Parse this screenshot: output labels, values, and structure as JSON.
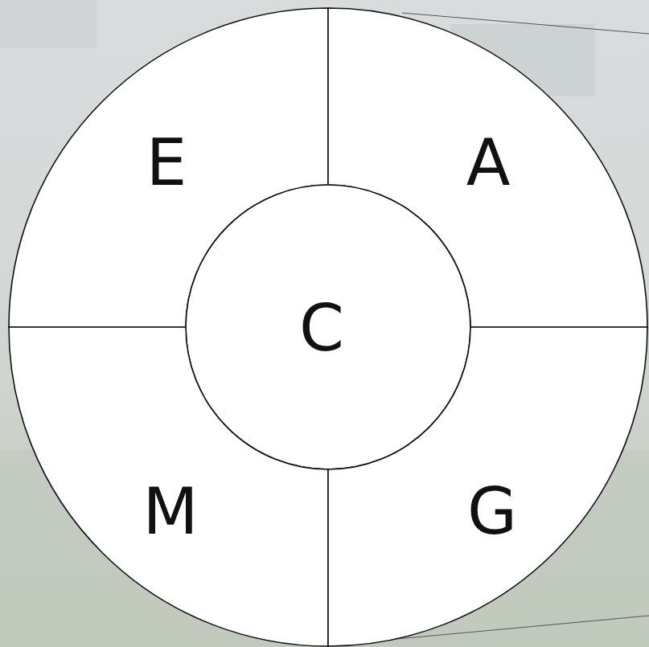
{
  "diagram": {
    "nodes": [
      {
        "text": [
          "E"
        ]
      },
      {
        "text": [
          "A"
        ]
      },
      {
        "text": [
          "C"
        ]
      },
      {
        "text": [
          "M"
        ]
      },
      {
        "text": [
          "G"
        ]
      }
    ]
  }
}
